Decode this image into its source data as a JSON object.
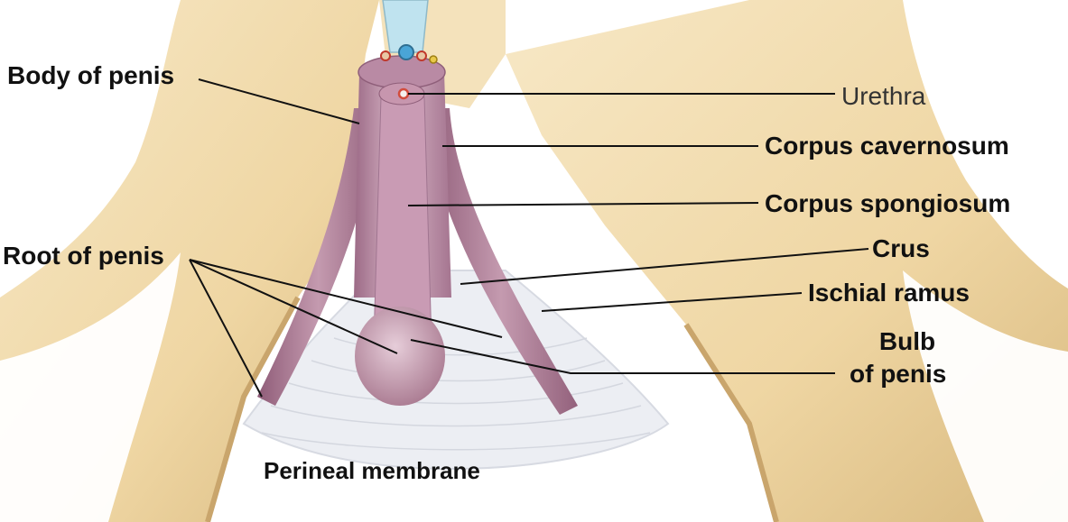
{
  "labels": {
    "body_of_penis": "Body of penis",
    "urethra": "Urethra",
    "corpus_cavernosum": "Corpus cavernosum",
    "corpus_spongiosum": "Corpus spongiosum",
    "crus": "Crus",
    "root_of_penis": "Root of penis",
    "ischial_ramus": "Ischial ramus",
    "bulb_of_penis_line1": "Bulb",
    "bulb_of_penis_line2": "of penis",
    "perineal_membrane": "Perineal membrane"
  },
  "colors": {
    "bone": "#f2dcae",
    "bone_shadow": "#d9bb84",
    "erectile_tissue": "#b07e9a",
    "erectile_light": "#d4aec2",
    "membrane": "#eef0f4",
    "urethra_tube": "#bfe3ef",
    "leader_line": "#111111"
  }
}
